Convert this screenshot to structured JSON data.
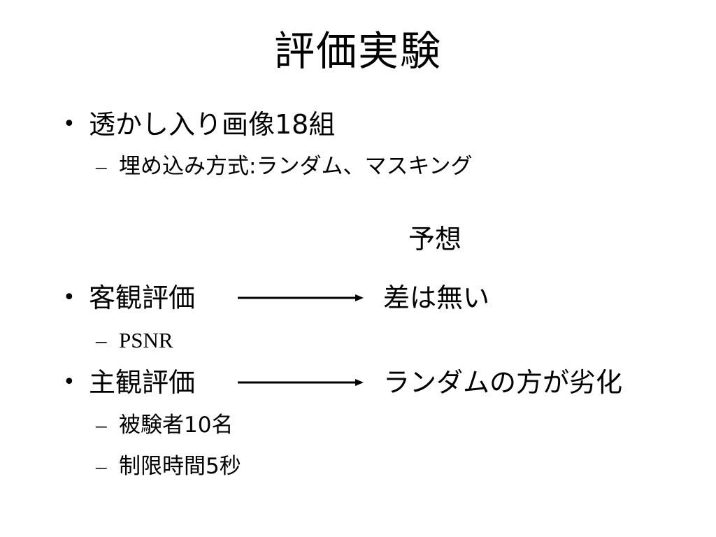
{
  "slide": {
    "title": "評価実験",
    "items": [
      {
        "bullet": "•",
        "text": "透かし入り画像18組"
      },
      {
        "dash": "–",
        "text": "埋め込み方式:ランダム、マスキング"
      },
      {
        "bullet": "•",
        "text": "客観評価"
      },
      {
        "dash": "–",
        "text": "PSNR"
      },
      {
        "bullet": "•",
        "text": "主観評価"
      },
      {
        "dash": "–",
        "text": "被験者10名"
      },
      {
        "dash": "–",
        "text": "制限時間5秒"
      }
    ],
    "prediction_header": "予想",
    "predictions": [
      "差は無い",
      "ランダムの方が劣化"
    ]
  }
}
